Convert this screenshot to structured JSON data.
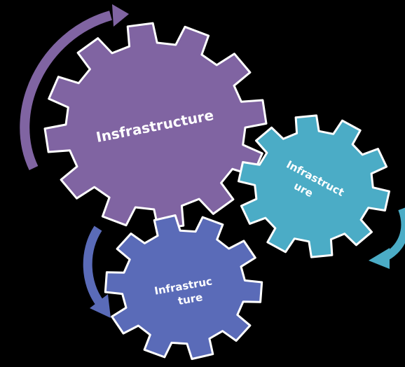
{
  "gears": [
    {
      "id": "large",
      "lines": [
        "Insfrastructure"
      ],
      "color": "#8064a2"
    },
    {
      "id": "right",
      "lines": [
        "Infrastruct",
        "ure"
      ],
      "color": "#4bacc6"
    },
    {
      "id": "bottom",
      "lines": [
        "Infrastruc",
        "ture"
      ],
      "color": "#5a6bb8"
    }
  ],
  "arrows": [
    {
      "id": "purple",
      "color": "#8064a2"
    },
    {
      "id": "blue",
      "color": "#5a6bb8"
    },
    {
      "id": "teal",
      "color": "#4bacc6"
    }
  ],
  "background": "#000000",
  "stroke": "#ffffff"
}
